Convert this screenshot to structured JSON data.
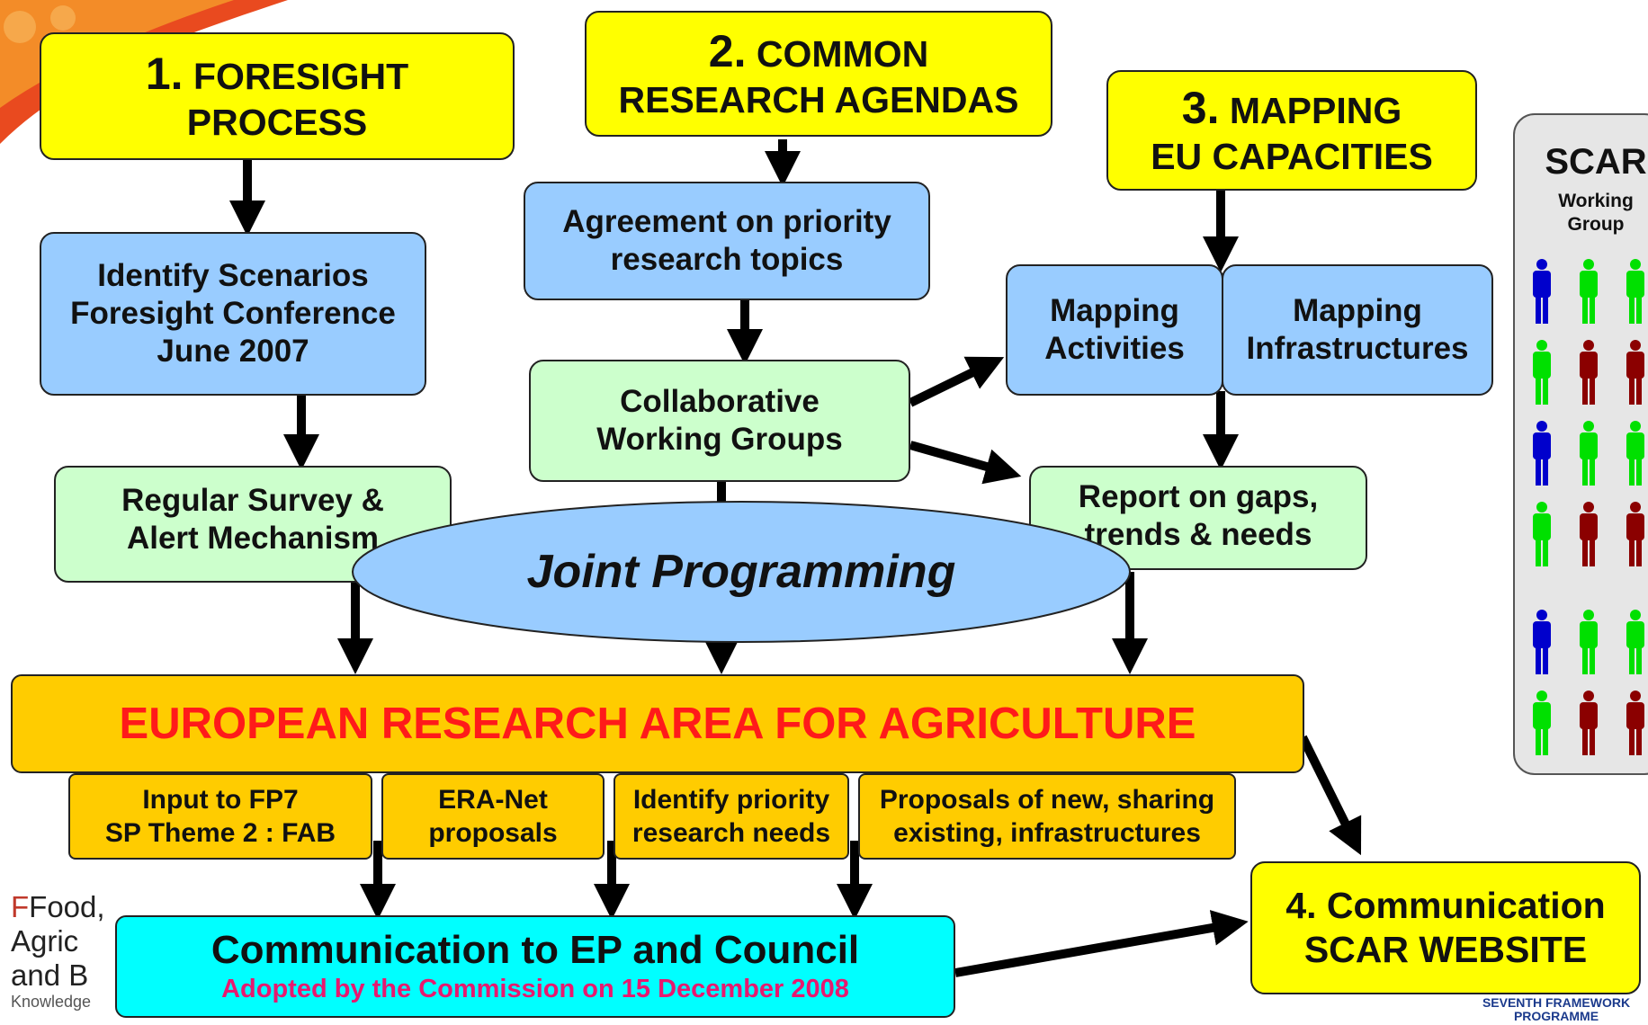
{
  "foresight": {
    "number": "1.",
    "line1": "FORESIGHT",
    "line2": "PROCESS"
  },
  "agendas": {
    "number": "2.",
    "line1": "COMMON",
    "line2": "RESEARCH AGENDAS"
  },
  "mapping": {
    "number": "3.",
    "line1": "MAPPING",
    "line2": "EU CAPACITIES"
  },
  "identify": {
    "line1": "Identify Scenarios",
    "line2": "Foresight Conference",
    "line3": "June 2007"
  },
  "agreement": {
    "line1": "Agreement on priority",
    "line2": "research topics"
  },
  "collab": {
    "line1": "Collaborative",
    "line2": "Working Groups"
  },
  "mapping_activities": {
    "line1": "Mapping",
    "line2": "Activities"
  },
  "mapping_infra": {
    "line1": "Mapping",
    "line2": "Infrastructures"
  },
  "survey": {
    "line1": "Regular Survey &",
    "line2": "Alert Mechanism"
  },
  "report": {
    "line1": "Report on gaps,",
    "line2": "trends & needs"
  },
  "joint": "Joint Programming",
  "era": "EUROPEAN RESEARCH AREA FOR AGRICULTURE",
  "tabs": [
    {
      "line1": "Input to FP7",
      "line2": "SP Theme 2 : FAB"
    },
    {
      "line1": "ERA-Net",
      "line2": "proposals"
    },
    {
      "line1": "Identify priority",
      "line2": "research needs"
    },
    {
      "line1": "Proposals of new, sharing",
      "line2": "existing, infrastructures"
    }
  ],
  "communication": {
    "title": "Communication to EP and Council",
    "subtitle": "Adopted by the Commission on 15 December 2008"
  },
  "website": {
    "line1": "4. Communication",
    "line2": "SCAR WEBSITE"
  },
  "scar_panel": {
    "title": "SCAR",
    "sub1": "Working",
    "sub2": "Group"
  },
  "logo_text": {
    "l1": "Food,",
    "l2": "Agric",
    "l3": "and B",
    "l4": "Knowledge"
  },
  "fp7_text": {
    "l1": "SEVENTH FRAMEWORK",
    "l2": "PROGRAMME"
  },
  "colors": {
    "yellow": "#ffff00",
    "blue": "#99ccff",
    "green": "#ccffcc",
    "orange": "#ffcc00",
    "cyan": "#00ffff",
    "era_red": "#ff1a1a",
    "subtitle_pink": "#e8186f"
  }
}
